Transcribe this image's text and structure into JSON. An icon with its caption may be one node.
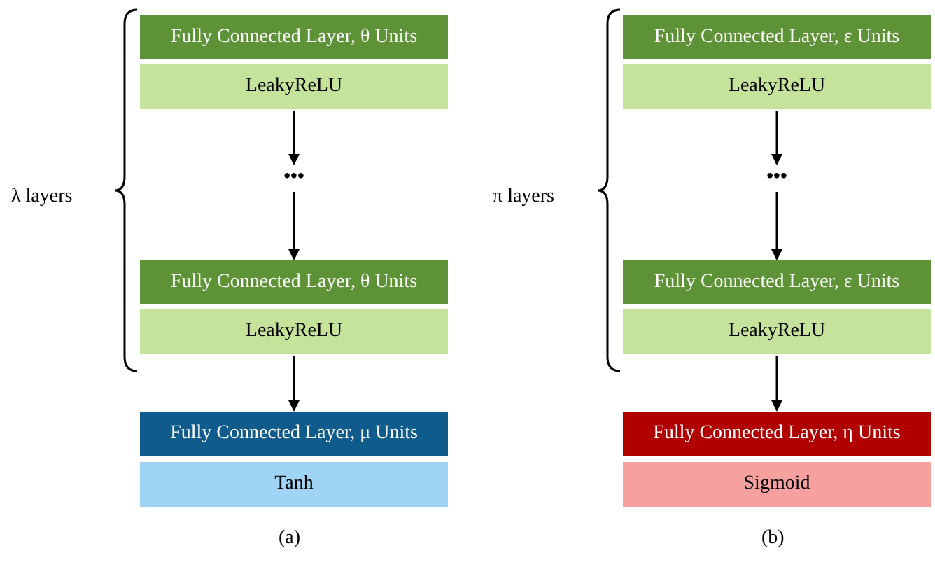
{
  "diagram": {
    "nodes": [
      {
        "text": [
          "Fully Connected Layer, θ Units"
        ]
      },
      {
        "text": [
          "LeakyReLU"
        ]
      },
      {
        "text": [
          "•••"
        ]
      },
      {
        "text": [
          "Fully Connected Layer, θ Units"
        ]
      },
      {
        "text": [
          "LeakyReLU"
        ]
      },
      {
        "text": [
          "Fully Connected Layer, μ Units"
        ]
      },
      {
        "text": [
          "Tanh"
        ]
      },
      {
        "text": [
          "Fully Connected Layer, ε Units"
        ]
      },
      {
        "text": [
          "LeakyReLU"
        ]
      },
      {
        "text": [
          "•••"
        ]
      },
      {
        "text": [
          "Fully Connected Layer, ε Units"
        ]
      },
      {
        "text": [
          "LeakyReLU"
        ]
      },
      {
        "text": [
          "Fully Connected Layer, η Units"
        ]
      },
      {
        "text": [
          "Sigmoid"
        ]
      }
    ],
    "edges": [
      {
        "from": 1,
        "to": 2,
        "arrow": "to"
      },
      {
        "from": 2,
        "to": 3,
        "arrow": "to"
      },
      {
        "from": 4,
        "to": 5,
        "arrow": "to"
      },
      {
        "from": 8,
        "to": 9,
        "arrow": "to"
      },
      {
        "from": 9,
        "to": 10,
        "arrow": "to"
      },
      {
        "from": 11,
        "to": 12,
        "arrow": "to"
      }
    ],
    "labels": [
      "λ layers",
      "π layers",
      "(a)",
      "(b)"
    ]
  }
}
